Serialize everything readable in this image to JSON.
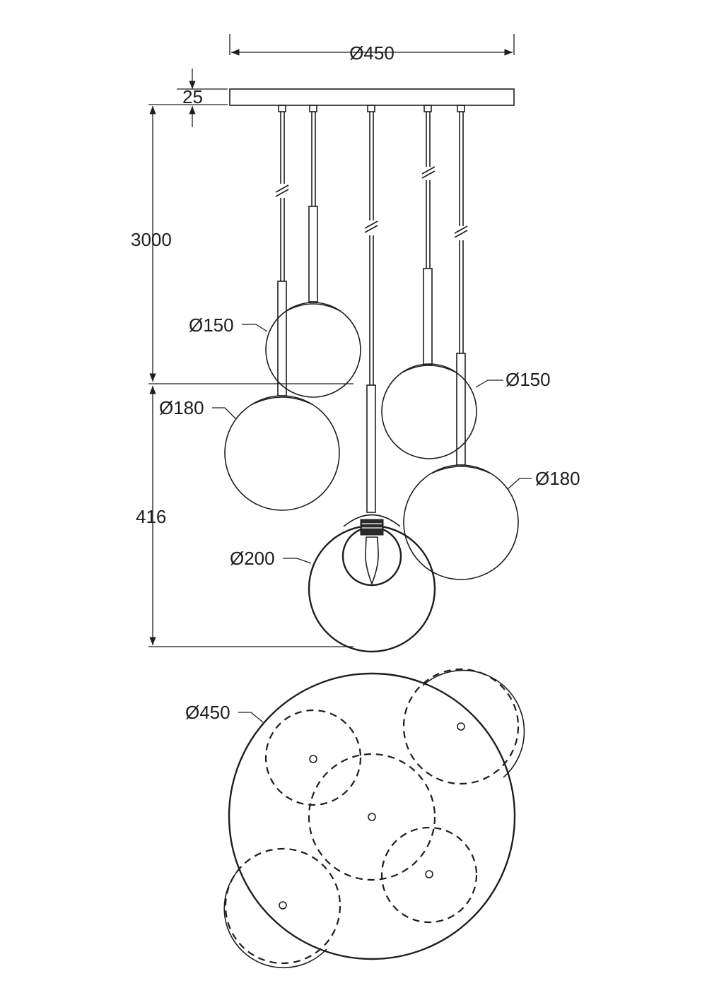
{
  "dimensions": {
    "canopy_width": "Ø450",
    "canopy_height": "25",
    "cable_length": "3000",
    "drop_height": "416",
    "globe_upper_left": "Ø150",
    "globe_lower_left": "Ø180",
    "globe_upper_right": "Ø150",
    "globe_lower_right": "Ø180",
    "globe_center": "Ø200",
    "top_view_diameter": "Ø450"
  }
}
